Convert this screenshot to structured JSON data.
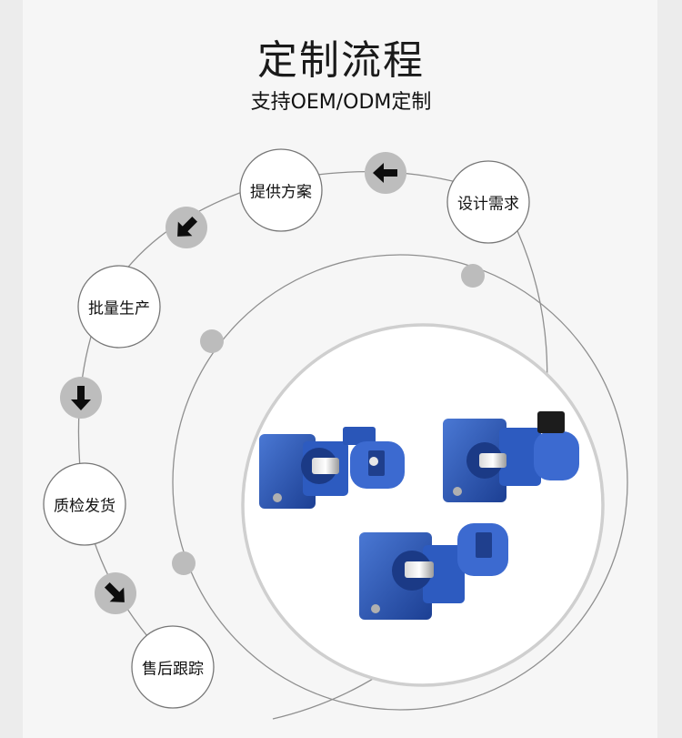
{
  "header": {
    "title": "定制流程",
    "subtitle": "支持OEM/ODM定制"
  },
  "steps": [
    {
      "label": "设计需求"
    },
    {
      "label": "提供方案"
    },
    {
      "label": "批量生产"
    },
    {
      "label": "质检发货"
    },
    {
      "label": "售后跟踪"
    }
  ],
  "arrows": [
    {
      "icon": "arrow-left-icon"
    },
    {
      "icon": "arrow-down-left-icon"
    },
    {
      "icon": "arrow-down-icon"
    },
    {
      "icon": "arrow-down-right-icon"
    }
  ],
  "products": [
    {
      "name": "gear-motor-icon"
    },
    {
      "name": "gear-motor-icon"
    },
    {
      "name": "gear-motor-icon"
    }
  ],
  "colors": {
    "product_blue": "#2a56b8",
    "arrow_circle": "#bdbdbd",
    "line": "#8a8a8a"
  }
}
